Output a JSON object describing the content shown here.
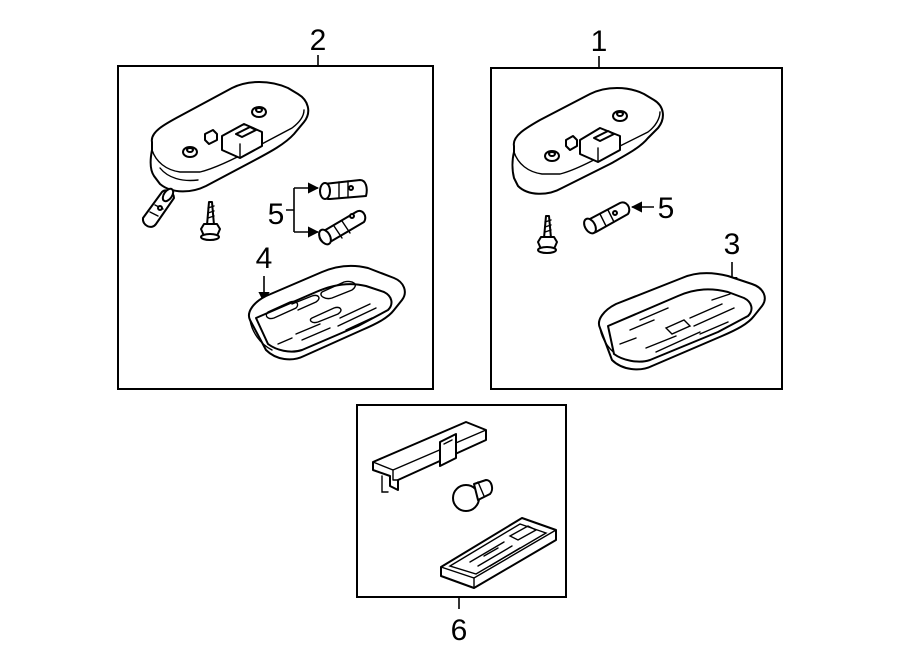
{
  "callouts": {
    "assembly_right": "1",
    "assembly_left": "2",
    "lens_right": "3",
    "lens_left": "4",
    "bulb_left": "5",
    "bulb_right": "5",
    "map_lamp_group": "6"
  }
}
